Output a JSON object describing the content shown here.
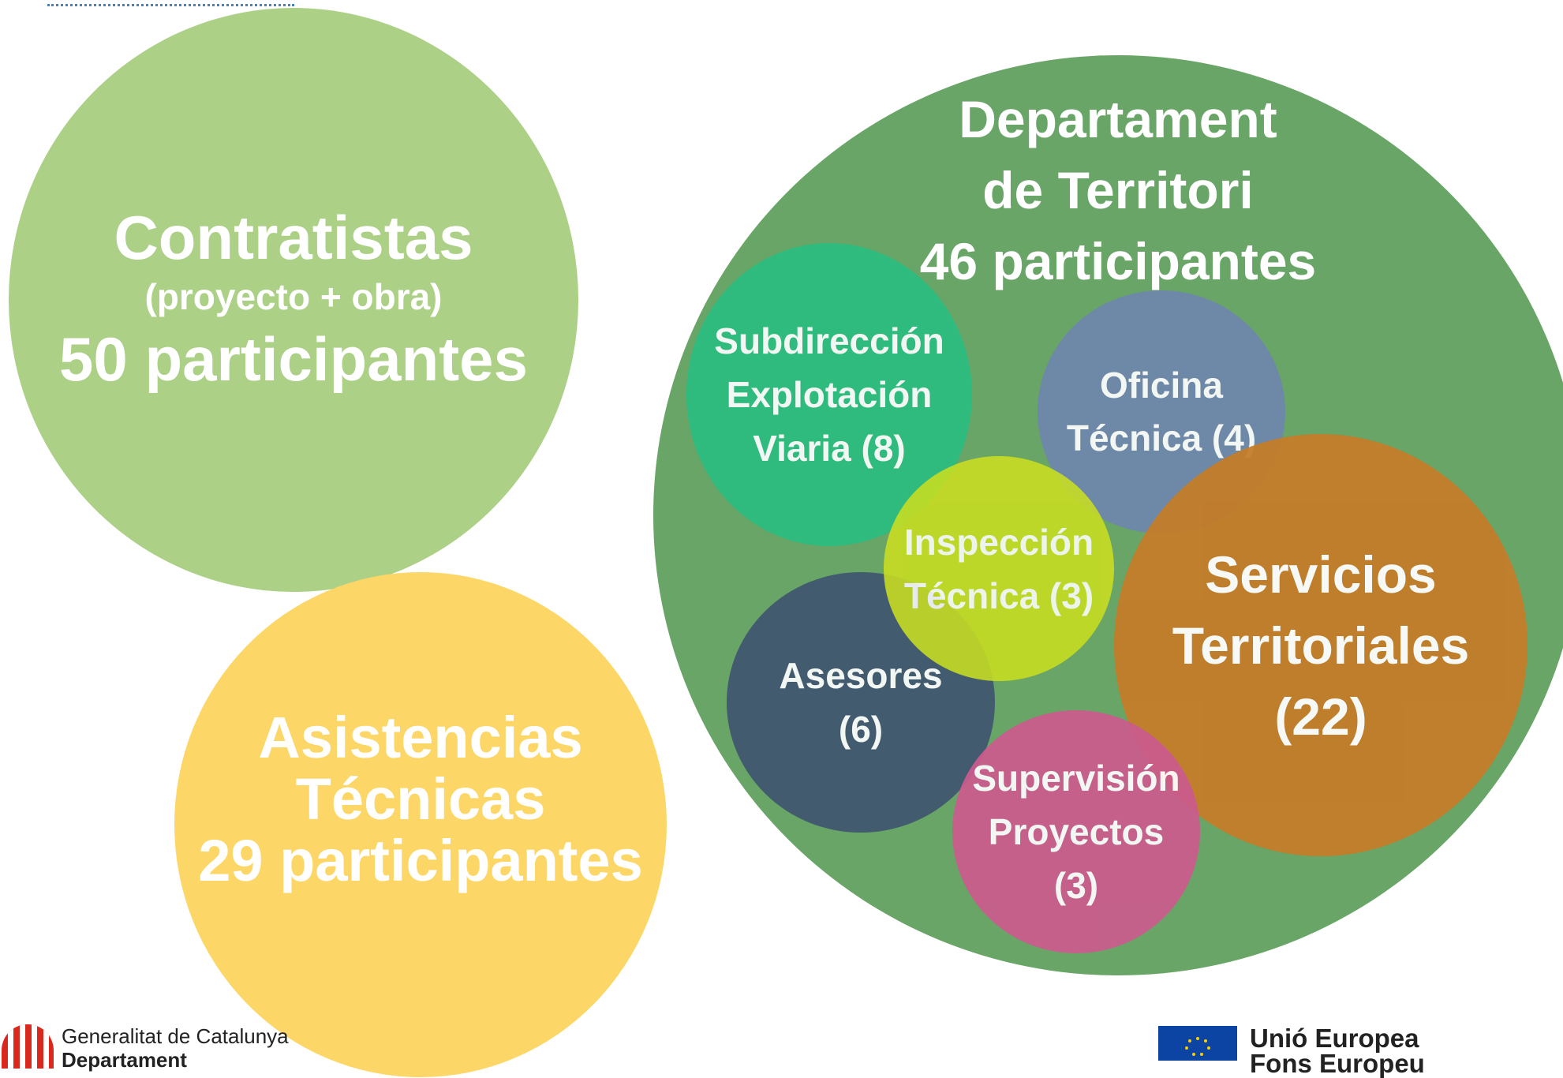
{
  "bubbles": {
    "contratistas": {
      "line1": "Contratistas",
      "line2": "(proyecto + obra)",
      "line3": "50 participantes",
      "color": "#abd086"
    },
    "asistencias": {
      "line1": "Asistencias",
      "line2": "Técnicas",
      "line3": "29 participantes",
      "color": "#fcd767"
    },
    "departament": {
      "line1": "Departament",
      "line2": "de Territori",
      "line3": "46 participantes",
      "color": "#68a567"
    },
    "subdireccion": {
      "line1": "Subdirección",
      "line2": "Explotación",
      "line3": "Viaria (8)",
      "color": "#2bbd80"
    },
    "oficina": {
      "line1": "Oficina",
      "line2": "Técnica (4)",
      "color": "#6f86ad"
    },
    "inspeccion": {
      "line1": "Inspección",
      "line2": "Técnica (3)",
      "color": "#c9de21"
    },
    "servicios": {
      "line1": "Servicios",
      "line2": "Territoriales",
      "line3": "(22)",
      "color": "#c57c28"
    },
    "asesores": {
      "line1": "Asesores",
      "line2": "(6)",
      "color": "#3f5570"
    },
    "supervision": {
      "line1": "Supervisión",
      "line2": "Proyectos",
      "line3": "(3)",
      "color": "#cc5b8e"
    }
  },
  "footer": {
    "generalitat": {
      "line1": "Generalitat de Catalunya",
      "line2": "Departament"
    },
    "eu": {
      "line1": "Unió Europea",
      "line2": "Fons Europeu"
    }
  }
}
